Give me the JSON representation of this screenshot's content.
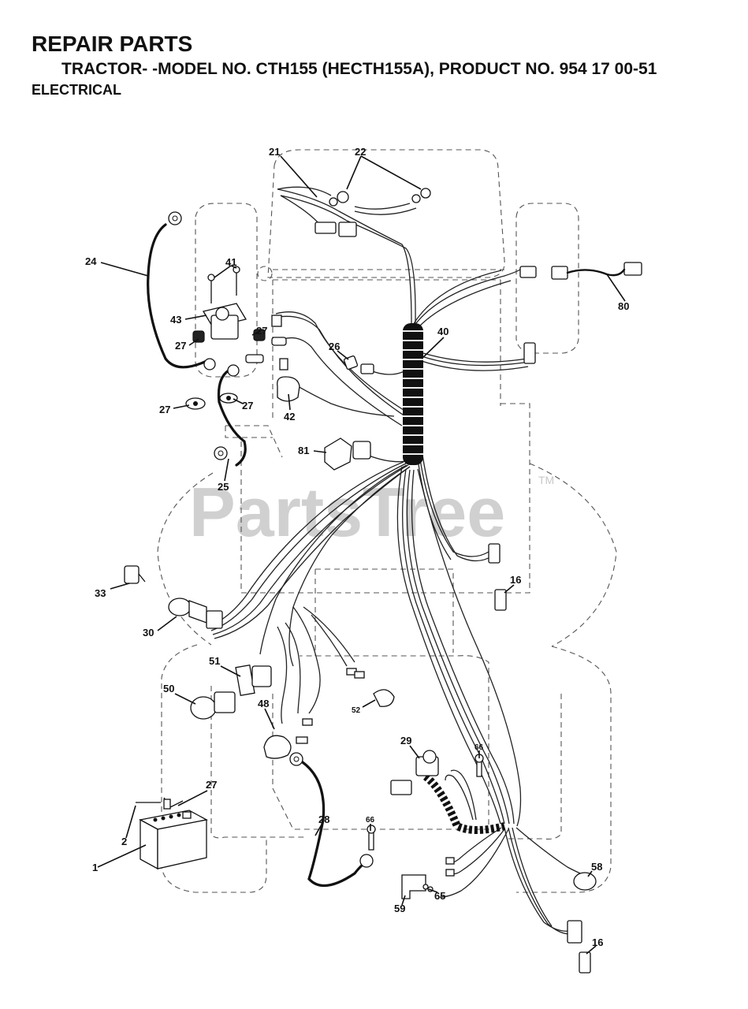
{
  "header": {
    "title": "REPAIR PARTS",
    "model_line": "TRACTOR- -MODEL NO. CTH155 (HECTH155A), PRODUCT NO. 954 17 00-51",
    "section": "ELECTRICAL"
  },
  "watermark": {
    "text": "PartsTree",
    "tm": "TM"
  },
  "callouts": {
    "c21": "21",
    "c22": "22",
    "c24": "24",
    "c41": "41",
    "c43": "43",
    "c27a": "27",
    "c27b": "27",
    "c27c": "27",
    "c27d": "27",
    "c27e": "27",
    "c26": "26",
    "c40": "40",
    "c80": "80",
    "c42": "42",
    "c81": "81",
    "c25": "25",
    "c33": "33",
    "c16a": "16",
    "c30": "30",
    "c51": "51",
    "c50": "50",
    "c48": "48",
    "c52": "52",
    "c29": "29",
    "c66a": "66",
    "c2": "2",
    "c28": "28",
    "c66b": "66",
    "c1": "1",
    "c58": "58",
    "c65": "65",
    "c59": "59",
    "c16b": "16"
  }
}
